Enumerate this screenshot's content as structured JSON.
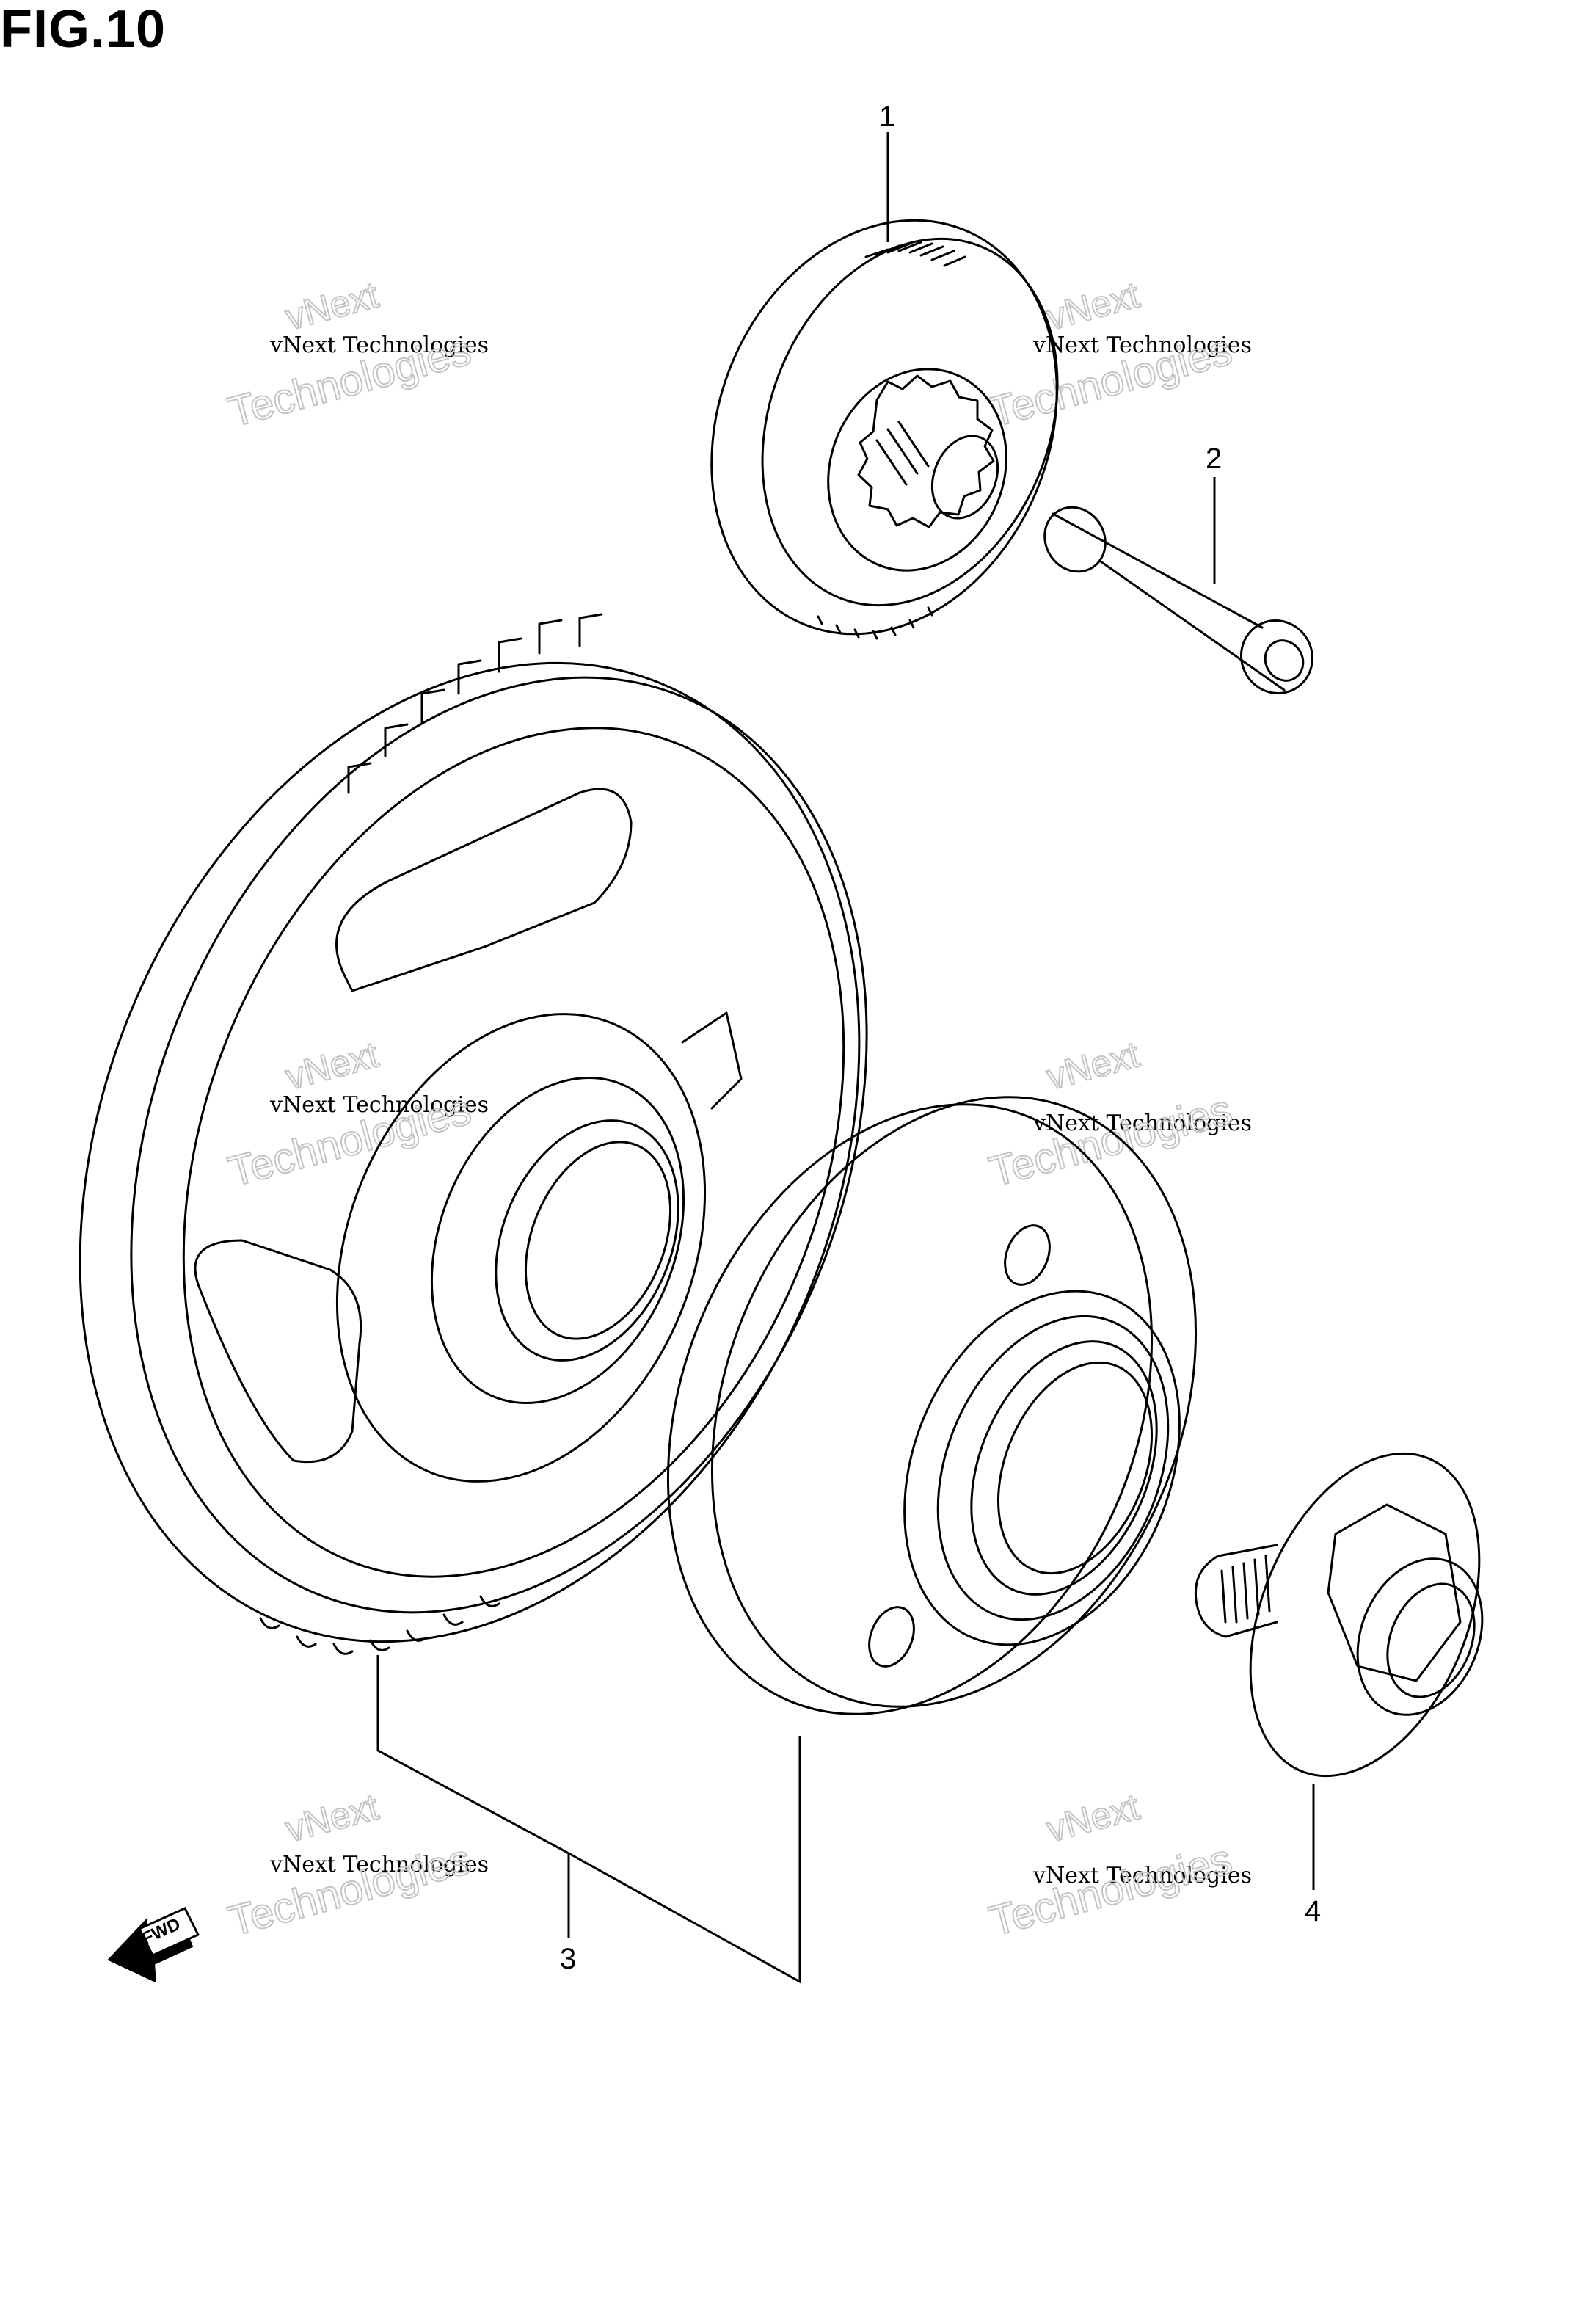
{
  "figure": {
    "title": "FIG.10"
  },
  "callouts": [
    {
      "id": "1",
      "label": "1"
    },
    {
      "id": "2",
      "label": "2"
    },
    {
      "id": "3",
      "label": "3"
    },
    {
      "id": "4",
      "label": "4"
    }
  ],
  "watermark": {
    "line_small": "vNext Technologies",
    "line_top": "vNext",
    "line_big": "Technologies"
  },
  "direction_arrow": {
    "label": "FWD"
  },
  "colors": {
    "line": "#000000",
    "watermark": "#c4c4c4",
    "background": "#ffffff"
  }
}
